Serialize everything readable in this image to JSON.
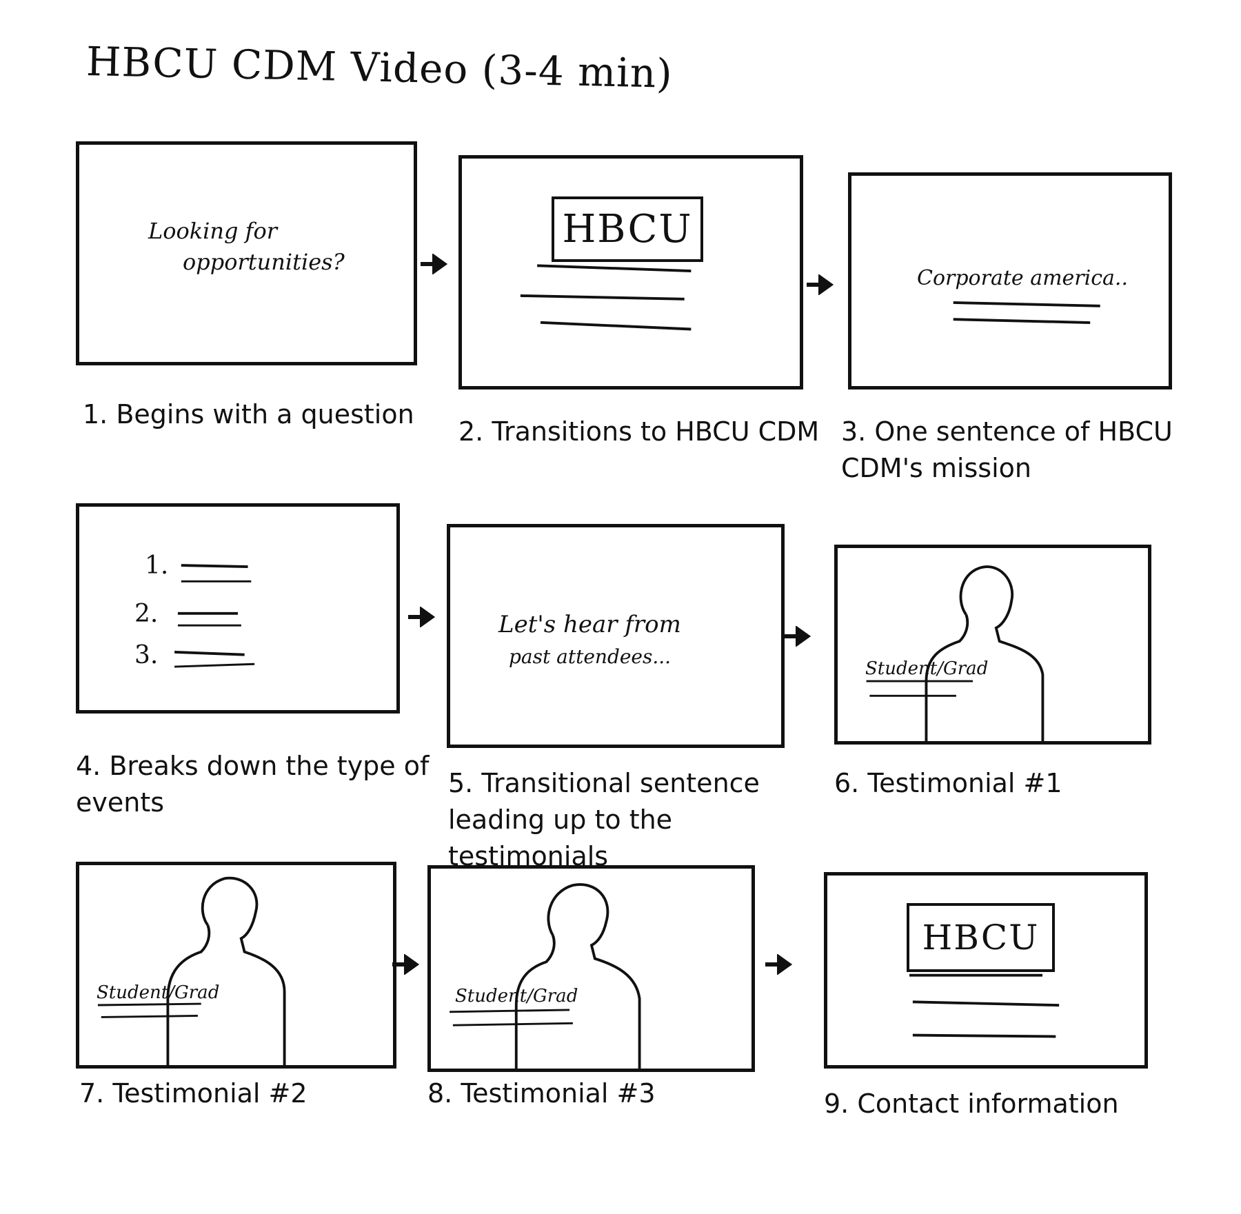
{
  "title": "HBCU CDM Video (3-4 min)",
  "frames": [
    {
      "caption": "1. Begins with a question",
      "text_line1": "Looking for",
      "text_line2": "opportunities?"
    },
    {
      "caption": "2. Transitions to HBCU CDM",
      "logo": "HBCU"
    },
    {
      "caption": "3. One sentence of HBCU CDM's mission",
      "text": "Corporate america.."
    },
    {
      "caption": "4. Breaks down the type of events",
      "list": [
        "1.",
        "2.",
        "3."
      ]
    },
    {
      "caption": "5. Transitional sentence leading up to the testimonials",
      "text_line1": "Let's hear from",
      "text_line2": "past attendees..."
    },
    {
      "caption": "6. Testimonial #1",
      "tag": "Student/Grad"
    },
    {
      "caption": "7. Testimonial #2",
      "tag": "Student/Grad"
    },
    {
      "caption": "8. Testimonial #3",
      "tag": "Student/Grad"
    },
    {
      "caption": "9. Contact information",
      "logo": "HBCU"
    }
  ]
}
